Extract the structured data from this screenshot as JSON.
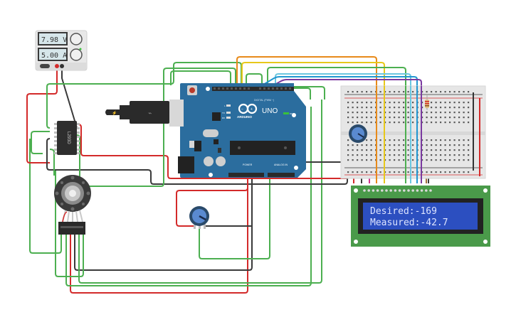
{
  "canvas": {
    "title": "Circuit Simulation Canvas"
  },
  "power_supply": {
    "voltage_display": "7.98 V",
    "current_display": "5.00 A",
    "voltage_knob": "voltage-knob",
    "current_knob": "current-knob",
    "power_toggle": "power-toggle"
  },
  "arduino": {
    "logo_text": "ARDUINO",
    "model": "UNO",
    "digital_label": "DIGITAL (PWM ~)",
    "power_label": "POWER",
    "analog_label": "ANALOG IN",
    "on_label": "ON",
    "l_label": "L",
    "tx_label": "TX",
    "rx_label": "RX"
  },
  "motor_driver": {
    "label": "L293D"
  },
  "lcd": {
    "line1": "Desired:-169",
    "line2": "Measured:-42.7"
  },
  "colors": {
    "red": "#d32a2a",
    "black": "#333333",
    "green": "#4caf50",
    "orange": "#e88a1a",
    "yellow": "#e8c81a",
    "blue": "#2196d0",
    "light_blue": "#6cc7e0",
    "purple": "#7a3aa0",
    "magenta": "#d0308a",
    "brown": "#a0703a",
    "arduino_blue": "#2b6d9e",
    "lcd_green": "#4a9a4a",
    "lcd_blue": "#2c4fc0"
  }
}
